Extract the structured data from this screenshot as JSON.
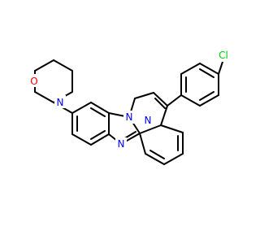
{
  "colors": {
    "bond": "#000000",
    "O": "#ff0000",
    "N": "#0000ff",
    "Cl": "#00cc00"
  },
  "atoms": {
    "O": "O",
    "N_morpholine": "N",
    "N_bridge": "N",
    "N_azine": "N",
    "N_imidazole": "N",
    "Cl": "Cl"
  }
}
